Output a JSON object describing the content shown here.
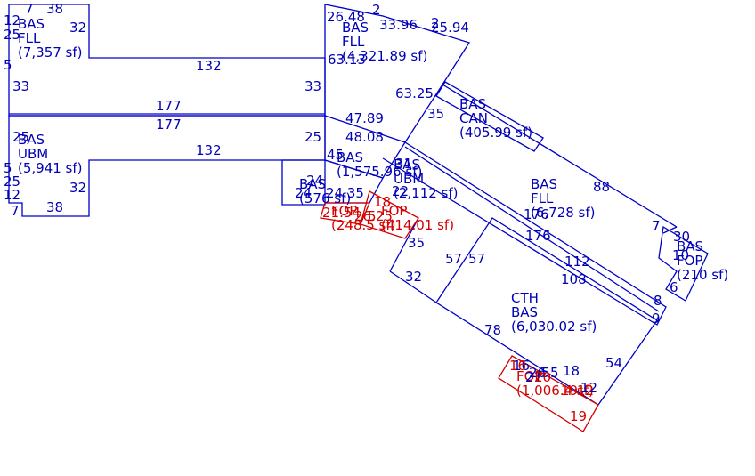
{
  "colors": {
    "building": "#0000c8",
    "porch": "#d40000",
    "background": "#ffffff"
  },
  "areas": [
    {
      "id": "area-bas-fll-1",
      "color": "building",
      "lines": [
        "BAS",
        "FLL",
        "(7,357 sf)"
      ]
    },
    {
      "id": "area-bas-fll-2",
      "color": "building",
      "lines": [
        "BAS",
        "FLL",
        "(4,321.89 sf)"
      ]
    },
    {
      "id": "area-bas-ubm-1",
      "color": "building",
      "lines": [
        "BAS",
        "UBM",
        "(5,941 sf)"
      ]
    },
    {
      "id": "area-bas-can",
      "color": "building",
      "lines": [
        "BAS",
        "CAN",
        "(405.99 sf)"
      ]
    },
    {
      "id": "area-bas-small",
      "color": "building",
      "lines": [
        "BAS",
        "(1,575.96 sf)"
      ]
    },
    {
      "id": "area-bas-ubm-2",
      "color": "building",
      "lines": [
        "BAS",
        "UBM",
        "(2,112 sf)"
      ]
    },
    {
      "id": "area-bas-57",
      "color": "building",
      "lines": [
        "BAS",
        "(576 sf)"
      ]
    },
    {
      "id": "area-bas-fll-3",
      "color": "building",
      "lines": [
        "BAS",
        "FLL",
        "(6,728 sf)"
      ]
    },
    {
      "id": "area-bas-fop",
      "color": "building",
      "lines": [
        "BAS",
        "FOP",
        "(210 sf)"
      ]
    },
    {
      "id": "area-cth-bas",
      "color": "building",
      "lines": [
        "CTH",
        "BAS",
        "(6,030.02 sf)"
      ]
    },
    {
      "id": "area-fop-1",
      "color": "porch",
      "lines": [
        "FOP",
        "(248.5 sf)"
      ]
    },
    {
      "id": "area-fop-2",
      "color": "porch",
      "lines": [
        "FOP",
        "(414.01 sf)"
      ]
    },
    {
      "id": "area-fop-3",
      "color": "porch",
      "lines": [
        "FOP",
        "(1,006.4 sf)"
      ]
    }
  ],
  "dimensions": {
    "blue": [
      "7",
      "38",
      "12",
      "25",
      "32",
      "5",
      "132",
      "33",
      "33",
      "177",
      "177",
      "25",
      "25",
      "132",
      "5",
      "25",
      "32",
      "12",
      "7",
      "38",
      "26.48",
      "2",
      "33.96",
      "2",
      "25.94",
      "63.13",
      "63.25",
      "47.89",
      "35",
      "48.08",
      "45",
      "31",
      "22",
      "24",
      "24",
      "24.35",
      "35",
      "57",
      "57",
      "32",
      "176",
      "176",
      "112",
      "108",
      "88",
      "78",
      "54",
      "30",
      "7",
      "10",
      "8",
      "6",
      "9",
      "18",
      "12",
      "5",
      "5",
      "26",
      "21",
      "16"
    ],
    "red": [
      "18",
      "21.54",
      "26.25",
      "5",
      "19",
      "16",
      "20",
      "19",
      "12"
    ]
  }
}
